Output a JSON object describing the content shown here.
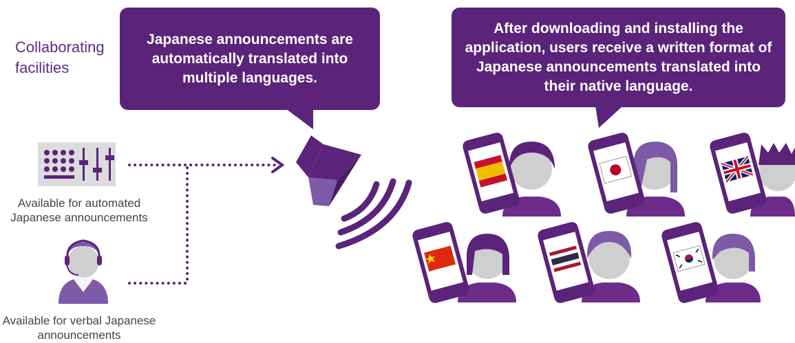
{
  "left_label": "Collaborating\nfacilities",
  "bubble_left": "Japanese announcements are automatically translated into multiple languages.",
  "bubble_right": "After downloading and installing the application, users receive a written format of Japanese announcements translated into their native language.",
  "caption_automated": "Available for automated Japanese announcements",
  "caption_verbal": "Available for verbal Japanese announcements",
  "flags": [
    "spain",
    "japan",
    "united-kingdom",
    "china",
    "thailand",
    "south-korea"
  ],
  "colors": {
    "purple": "#5b2379",
    "light_purple": "#7c5aa8",
    "gray": "#bdbdbd"
  }
}
